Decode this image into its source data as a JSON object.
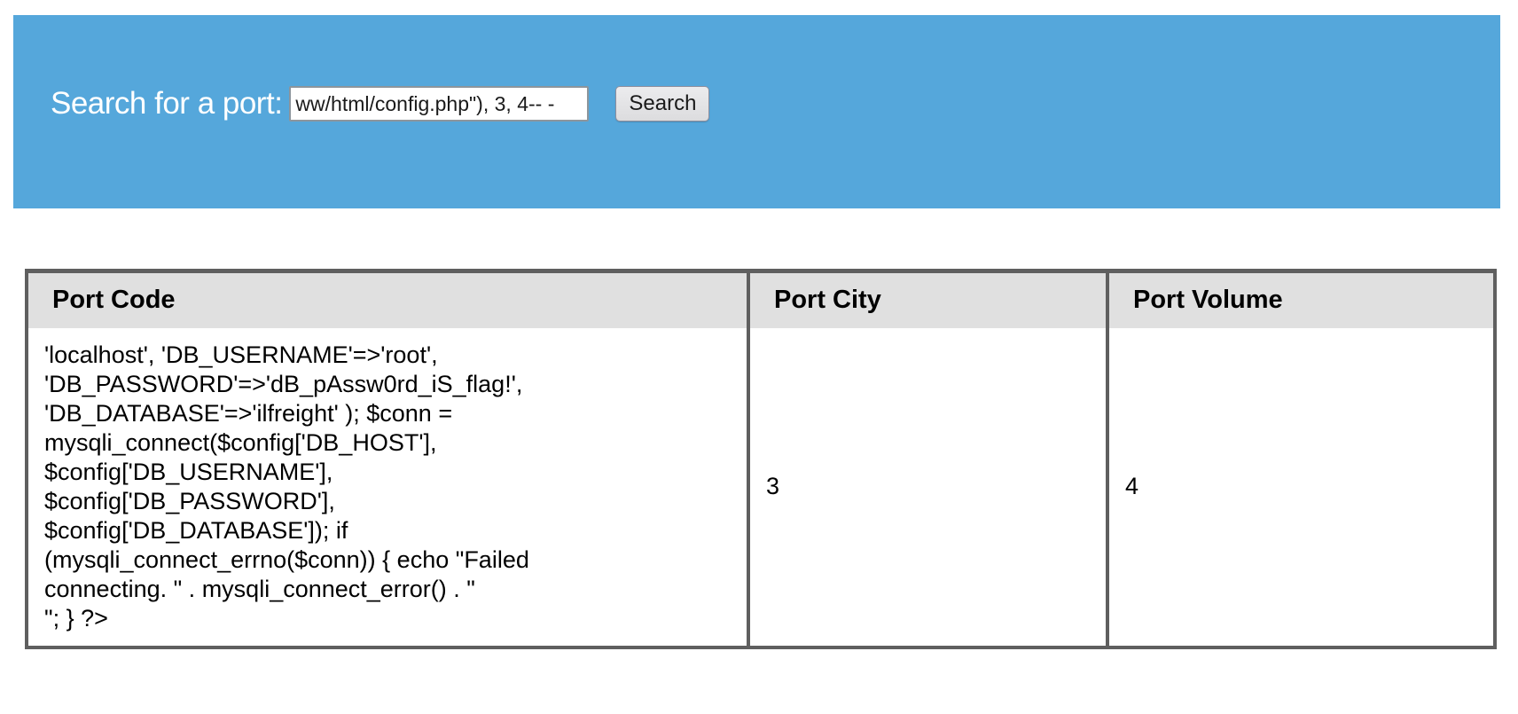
{
  "banner": {
    "label": "Search for a port:",
    "input_value": "ww/html/config.php\"), 3, 4-- -",
    "button_label": "Search",
    "background_color": "#55a7db",
    "label_color": "#ffffff"
  },
  "table": {
    "headers": [
      {
        "label": "Port Code"
      },
      {
        "label": "Port City"
      },
      {
        "label": "Port Volume"
      }
    ],
    "header_background": "#e0e0e0",
    "border_color": "#5f5f5f",
    "rows": [
      {
        "port_code": "'localhost', 'DB_USERNAME'=>'root',\n'DB_PASSWORD'=>'dB_pAssw0rd_iS_flag!',\n'DB_DATABASE'=>'ilfreight' ); $conn =\nmysqli_connect($config['DB_HOST'],\n$config['DB_USERNAME'],\n$config['DB_PASSWORD'],\n$config['DB_DATABASE']); if\n(mysqli_connect_errno($conn)) { echo \"Failed\nconnecting. \" . mysqli_connect_error() . \"\n\"; } ?>",
        "port_city": "3",
        "port_volume": "4"
      }
    ]
  }
}
